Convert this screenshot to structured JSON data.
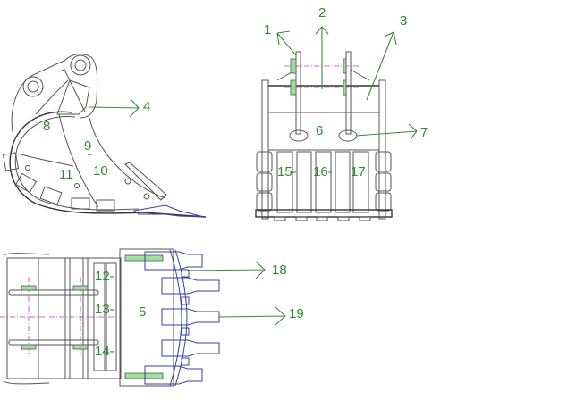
{
  "diagram": {
    "colors": {
      "label": "#2e8b2e",
      "line": "#555555",
      "teeth": "#3b3fa0",
      "centerline": "#b040b0"
    },
    "labels": {
      "l1": "1",
      "l2": "2",
      "l3": "3",
      "l4": "4",
      "l5": "5",
      "l6": "6",
      "l7": "7",
      "l8": "8",
      "l9": "9",
      "l10": "10",
      "l11": "11",
      "l12": "12-",
      "l13": "13-",
      "l14": "14-",
      "l15": "15-",
      "l16": "16-",
      "l17": "17",
      "l18": "18",
      "l19": "19"
    }
  }
}
